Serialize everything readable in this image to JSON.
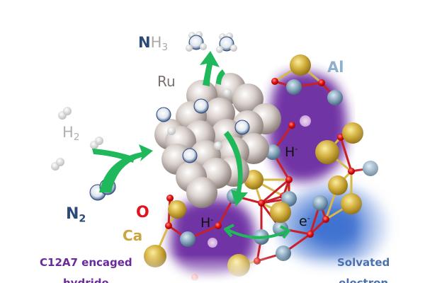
{
  "labels": {
    "nh3_n": "N",
    "nh3_h": "H",
    "nh3_sub": "3",
    "ru": "Ru",
    "al": "Al",
    "h2_h": "H",
    "h2_sub": "2",
    "n2_n": "N",
    "n2_sub": "2",
    "o": "O",
    "ca": "Ca",
    "hydride_1": "H",
    "hydride_2": "H",
    "hydride_sup": "-",
    "electron": "e",
    "electron_sup": "-",
    "c12a7_line1": "C12A7 encaged",
    "c12a7_line2": "hydride",
    "solvated_line1": "Solvated",
    "solvated_line2": "electron"
  },
  "colors": {
    "arrow": "#1fb85a",
    "nitrogen": "#2b4a7a",
    "ruthenium_label": "#7a706e",
    "aluminum_label": "#8fb0cc",
    "oxygen": "#e0141e",
    "calcium": "#c9a640",
    "hydride_cage": "#6a2a9a",
    "solvated_electron": "#4a70b0"
  }
}
